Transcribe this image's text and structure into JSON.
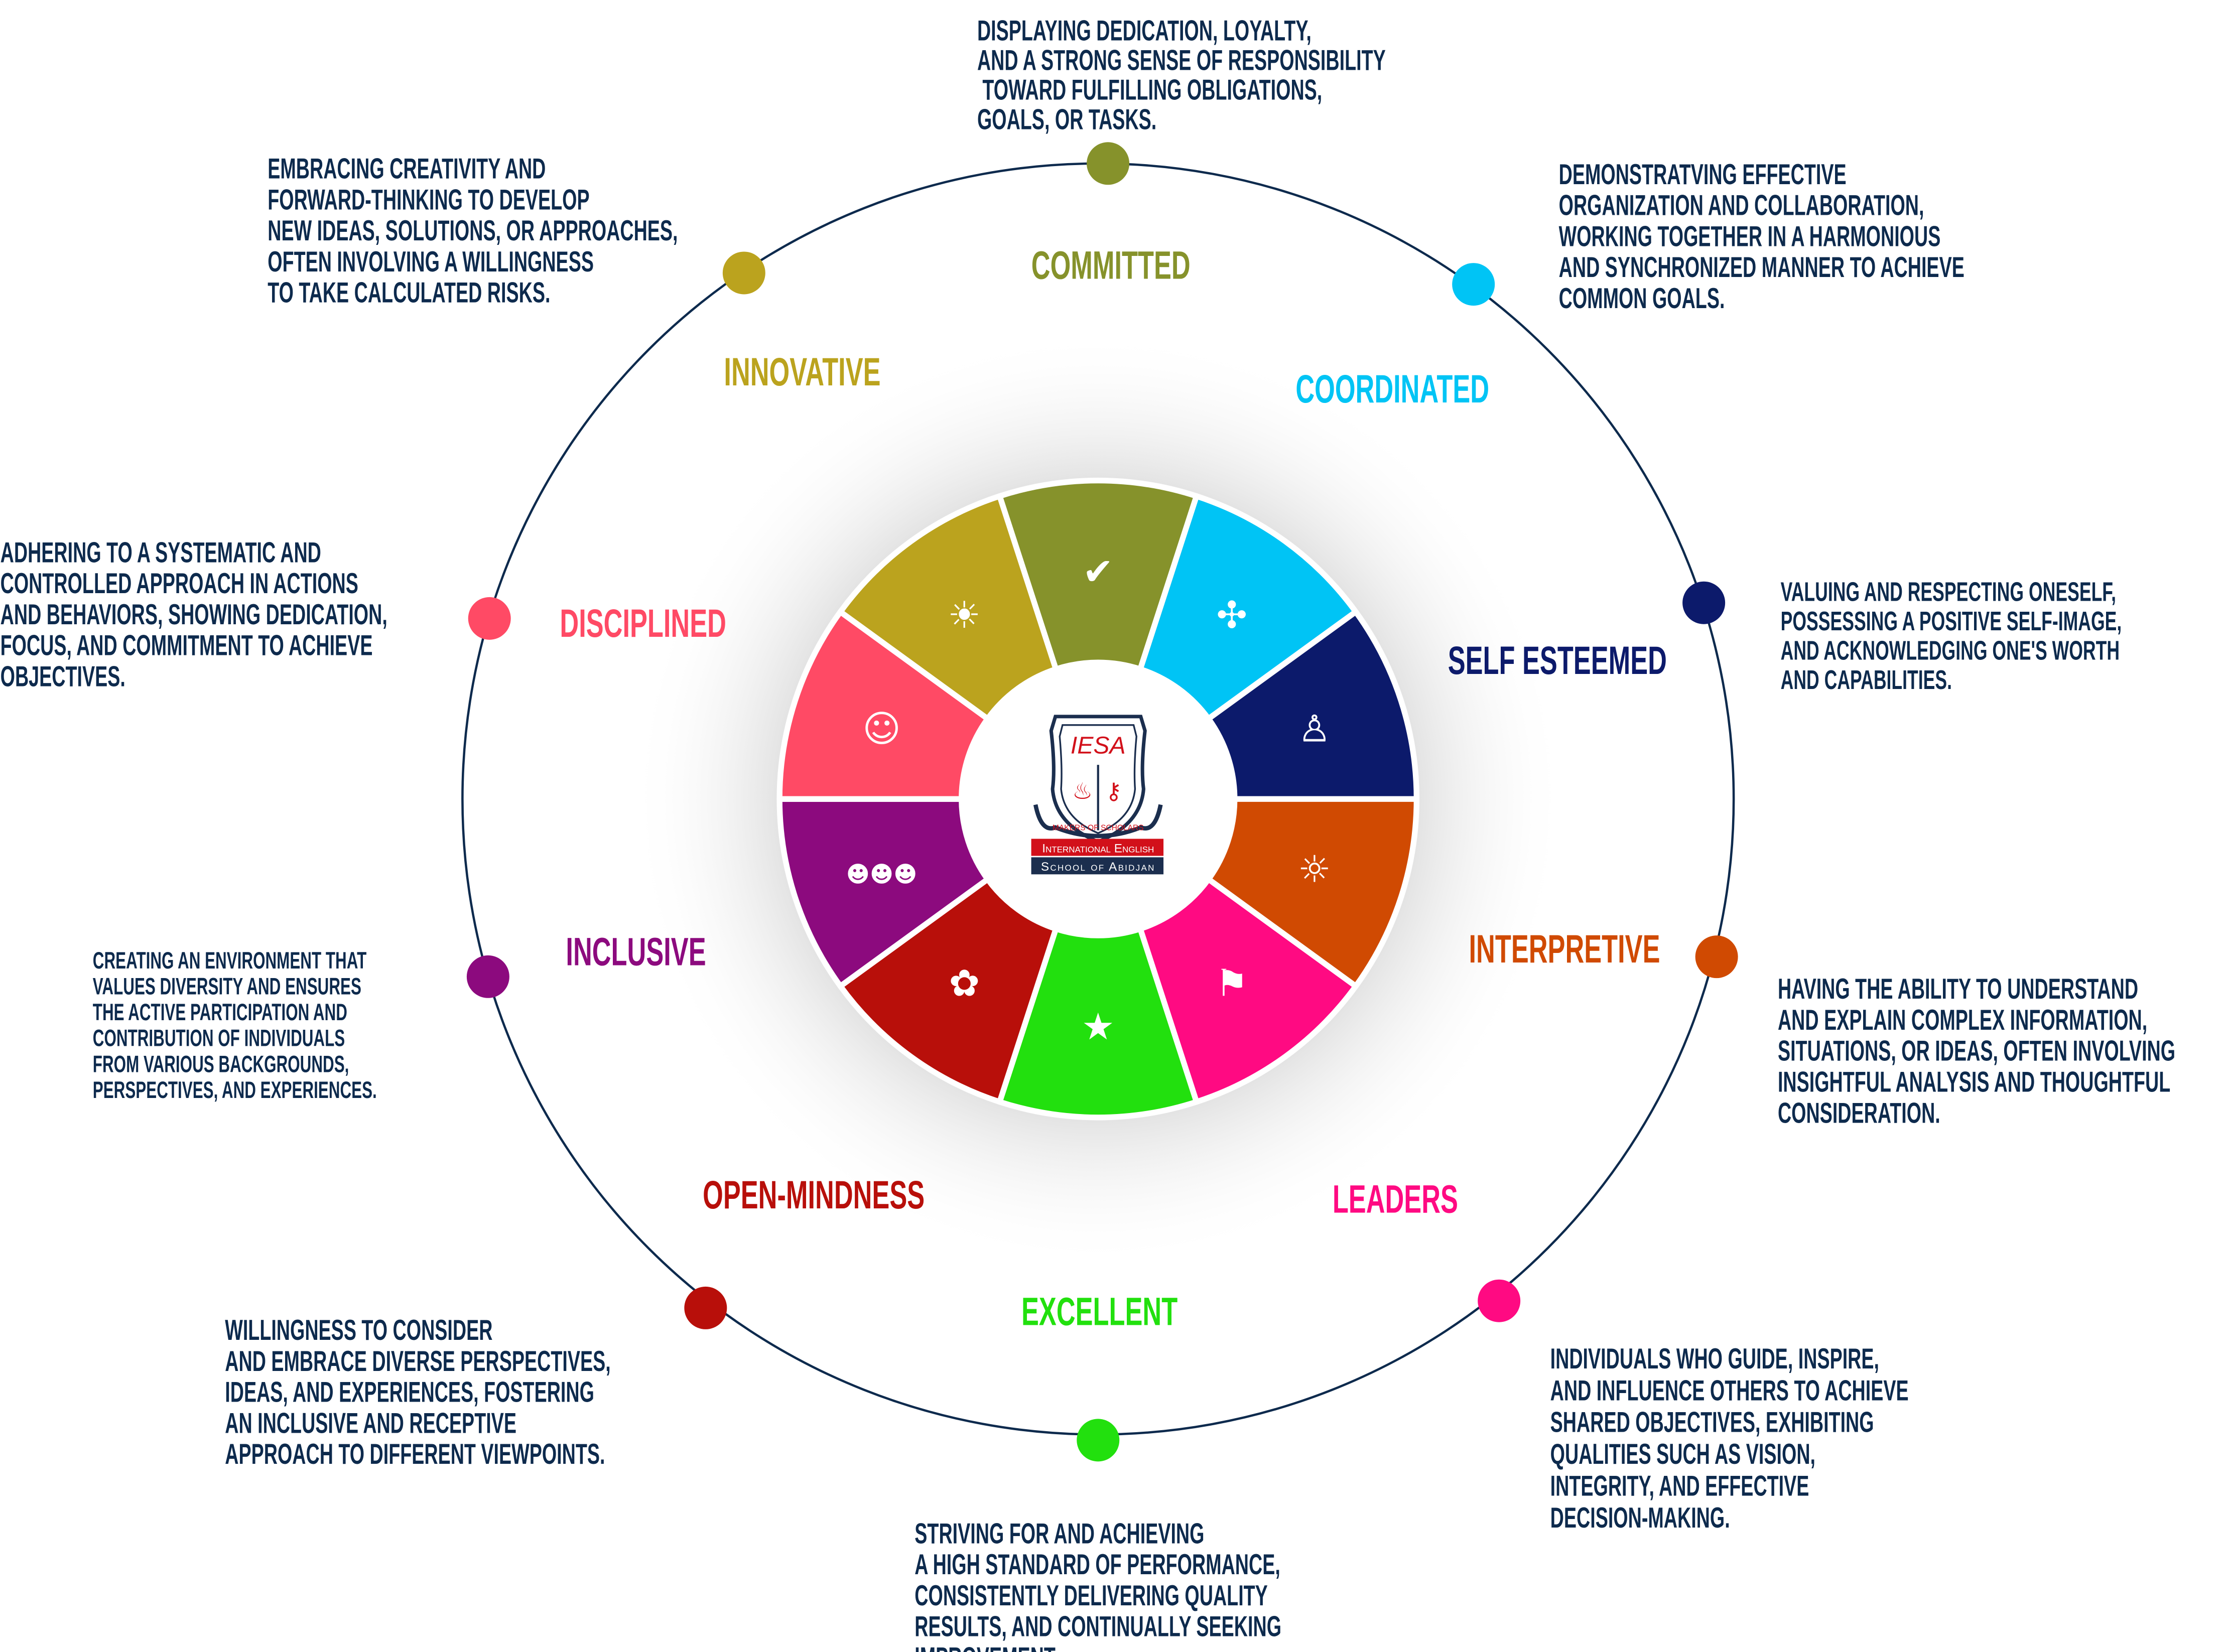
{
  "logo": {
    "monogram": "IESA",
    "motto": "MAKERS OF SCHOLARS",
    "line1": "International English",
    "line2": "School of Abidjan"
  },
  "colors": {
    "ring": "#0d2a4d",
    "text": "#0d2a4d",
    "logo_red": "#d2101a",
    "logo_navy": "#1b2e4e"
  },
  "values": [
    {
      "label": "COMMITTED",
      "color": "#86922b",
      "icon": "handshake-icon",
      "glyph": "✔",
      "description": [
        "DISPLAYING DEDICATION, LOYALTY,",
        "AND A STRONG SENSE OF RESPONSIBILITY",
        " TOWARD FULFILLING OBLIGATIONS,",
        "GOALS, OR TASKS."
      ]
    },
    {
      "label": "COORDINATED",
      "color": "#00c4f5",
      "icon": "puzzle-people-icon",
      "glyph": "✣",
      "description": [
        "DEMONSTRATVING EFFECTIVE",
        "ORGANIZATION AND COLLABORATION,",
        "WORKING TOGETHER IN A HARMONIOUS",
        "AND SYNCHRONIZED MANNER TO ACHIEVE",
        "COMMON GOALS."
      ]
    },
    {
      "label": "SELF ESTEEMED",
      "color": "#0c1a6b",
      "icon": "person-star-icon",
      "glyph": "♙",
      "description": [
        "VALUING AND RESPECTING ONESELF,",
        "POSSESSING A POSITIVE SELF-IMAGE,",
        "AND ACKNOWLEDGING ONE'S WORTH",
        "AND CAPABILITIES."
      ]
    },
    {
      "label": "INTERPRETIVE",
      "color": "#d04a02",
      "icon": "head-lightbulb-icon",
      "glyph": "☼",
      "description": [
        "HAVING THE ABILITY TO UNDERSTAND",
        "AND EXPLAIN COMPLEX INFORMATION,",
        "SITUATIONS, OR IDEAS, OFTEN INVOLVING",
        "INSIGHTFUL ANALYSIS AND THOUGHTFUL",
        "CONSIDERATION."
      ]
    },
    {
      "label": "LEADERS",
      "color": "#ff0a82",
      "icon": "leader-flag-icon",
      "glyph": "⚑",
      "description": [
        "INDIVIDUALS WHO GUIDE, INSPIRE,",
        "AND INFLUENCE OTHERS TO ACHIEVE",
        "SHARED OBJECTIVES, EXHIBITING",
        "QUALITIES SUCH AS VISION,",
        "INTEGRITY, AND EFFECTIVE",
        "DECISION-MAKING."
      ]
    },
    {
      "label": "EXCELLENT",
      "color": "#22e00e",
      "icon": "star-burst-icon",
      "glyph": "★",
      "description": [
        "STRIVING FOR AND ACHIEVING",
        "A HIGH STANDARD OF PERFORMANCE,",
        "CONSISTENTLY DELIVERING QUALITY",
        "RESULTS, AND CONTINUALLY SEEKING",
        "IMPROVEMENT."
      ]
    },
    {
      "label": "OPEN-MINDNESS",
      "color": "#b80f0a",
      "icon": "open-head-icon",
      "glyph": "✿",
      "description": [
        "WILLINGNESS TO CONSIDER",
        "AND EMBRACE DIVERSE PERSPECTIVES,",
        "IDEAS, AND EXPERIENCES, FOSTERING",
        "AN INCLUSIVE AND RECEPTIVE",
        "APPROACH TO DIFFERENT VIEWPOINTS."
      ]
    },
    {
      "label": "INCLUSIVE",
      "color": "#8c0a7e",
      "icon": "group-icon",
      "glyph": "☻☻☻",
      "description": [
        "CREATING AN ENVIRONMENT THAT",
        "VALUES DIVERSITY AND ENSURES",
        "THE ACTIVE PARTICIPATION AND",
        "CONTRIBUTION OF INDIVIDUALS",
        "FROM VARIOUS BACKGROUNDS,",
        "PERSPECTIVES, AND EXPERIENCES."
      ]
    },
    {
      "label": "DISCIPLINED",
      "color": "#ff4a65",
      "icon": "head-puzzle-icon",
      "glyph": "☺",
      "description": [
        "ADHERING TO A SYSTEMATIC AND",
        "CONTROLLED APPROACH IN ACTIONS",
        "AND BEHAVIORS, SHOWING DEDICATION,",
        "FOCUS, AND COMMITMENT TO ACHIEVE",
        "OBJECTIVES."
      ]
    },
    {
      "label": "INNOVATIVE",
      "color": "#bba31e",
      "icon": "lightbulb-icon",
      "glyph": "☀",
      "description": [
        "EMBRACING CREATIVITY AND",
        "FORWARD-THINKING TO DEVELOP",
        "NEW IDEAS, SOLUTIONS, OR APPROACHES,",
        "OFTEN INVOLVING A WILLINGNESS",
        "TO TAKE CALCULATED RISKS."
      ]
    }
  ]
}
